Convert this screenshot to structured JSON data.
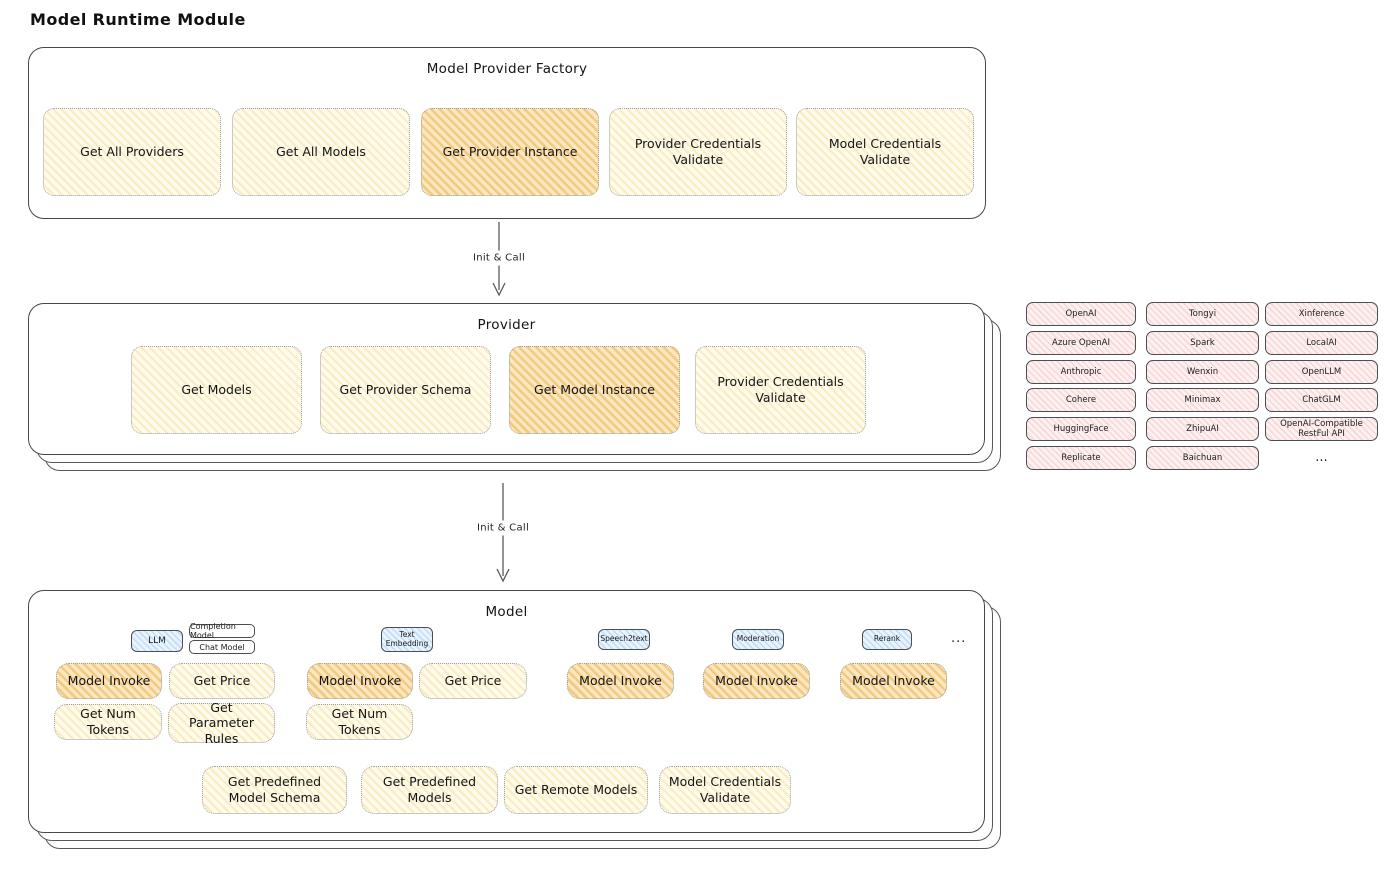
{
  "page_title": "Model Runtime Module",
  "colors": {
    "box_yellow": "#fefaec",
    "box_orange": "#fbe7c0",
    "pill_pink": "#fdf0f0",
    "tag_blue": "#e9f3fd",
    "stroke_dark": "#43484d",
    "stroke_dotted": "#9aa0a6"
  },
  "arrows": {
    "factory_to_provider": "Init & Call",
    "provider_to_model": "Init & Call"
  },
  "factory": {
    "title": "Model Provider Factory",
    "items": [
      "Get All Providers",
      "Get All Models",
      "Get Provider Instance",
      "Provider Credentials Validate",
      "Model Credentials Validate"
    ]
  },
  "provider": {
    "title": "Provider",
    "items": [
      "Get Models",
      "Get Provider Schema",
      "Get Model Instance",
      "Provider Credentials Validate"
    ]
  },
  "provider_list": {
    "col1": [
      "OpenAI",
      "Azure OpenAI",
      "Anthropic",
      "Cohere",
      "HuggingFace",
      "Replicate"
    ],
    "col2": [
      "Tongyi",
      "Spark",
      "Wenxin",
      "Minimax",
      "ZhipuAI",
      "Baichuan"
    ],
    "col3": [
      "Xinference",
      "LocalAI",
      "OpenLLM",
      "ChatGLM",
      "OpenAI-Compatible RestFul API"
    ],
    "more": "..."
  },
  "model": {
    "title": "Model",
    "types": {
      "llm": "LLM",
      "completion": "Completion Model",
      "chat": "Chat Model",
      "text_embedding": "Text Embedding",
      "speech2text": "Speech2text",
      "moderation": "Moderation",
      "rerank": "Rerank",
      "more": "..."
    },
    "ops": {
      "model_invoke": "Model Invoke",
      "get_price": "Get Price",
      "get_num_tokens": "Get Num Tokens",
      "get_parameter_rules": "Get Parameter Rules"
    },
    "bottom": [
      "Get Predefined Model Schema",
      "Get Predefined Models",
      "Get Remote Models",
      "Model Credentials Validate"
    ]
  }
}
